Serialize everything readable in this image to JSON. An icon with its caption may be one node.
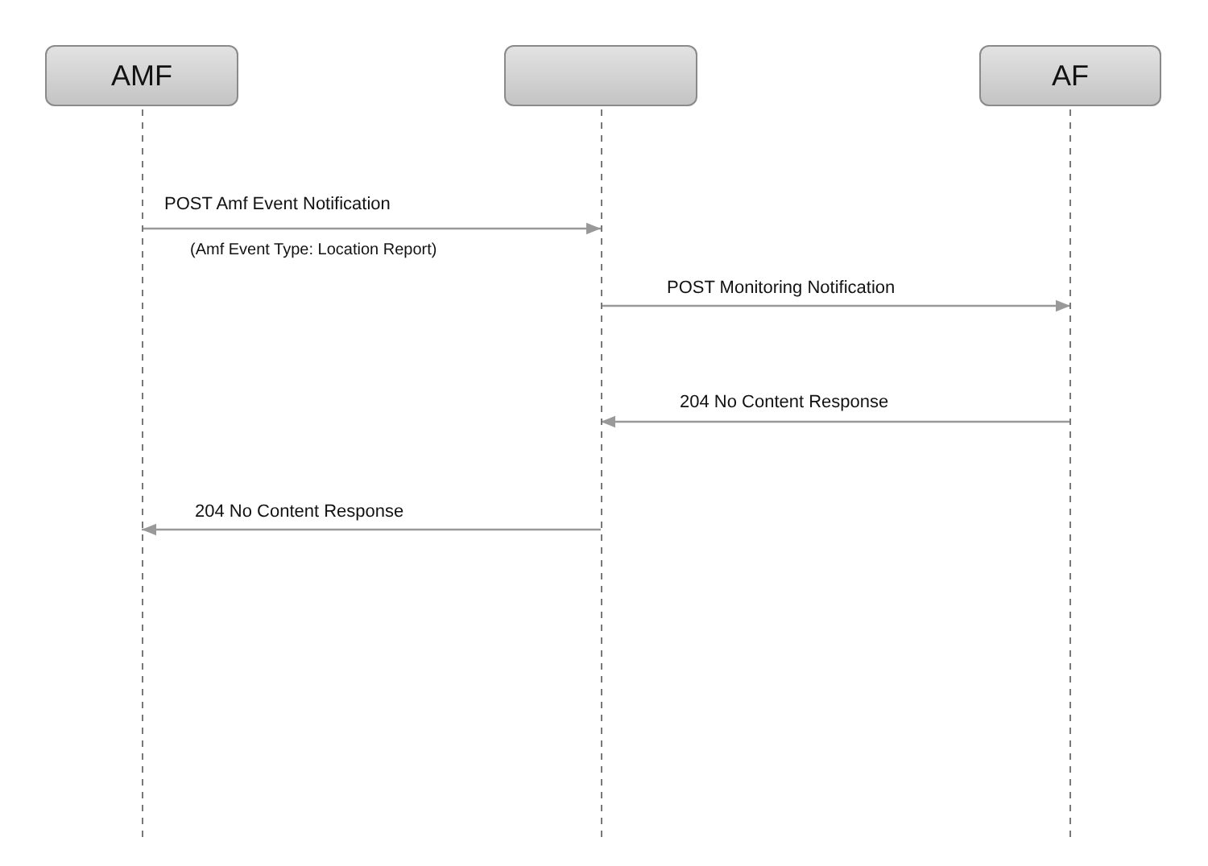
{
  "diagram": {
    "nodes": [
      {
        "text": [
          "AMF"
        ]
      },
      {
        "text": [],
        "shape": "box"
      },
      {
        "text": [
          "AF"
        ]
      }
    ],
    "edges": [
      {
        "from": 0,
        "to": 1,
        "arrow": "to",
        "label": "POST Amf Event Notification"
      },
      {
        "from": 1,
        "to": 2,
        "arrow": "to",
        "label": "POST Monitoring Notification"
      },
      {
        "from": 2,
        "to": 1,
        "arrow": "to",
        "label": "204 No Content Response"
      },
      {
        "from": 1,
        "to": 0,
        "arrow": "to",
        "label": "204 No Content Response"
      }
    ],
    "labels": [
      "(Amf Event Type: Location Report)"
    ]
  }
}
